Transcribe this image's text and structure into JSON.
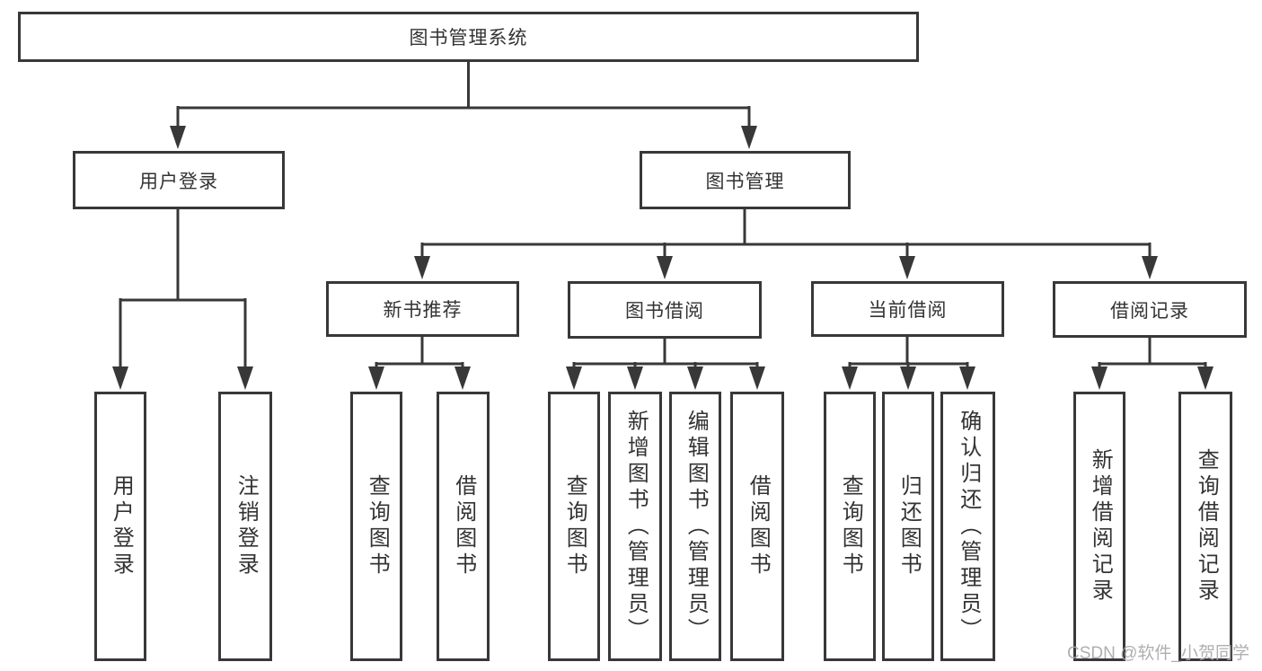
{
  "diagram": {
    "root": "图书管理系统",
    "branches": [
      {
        "label": "用户登录",
        "children": [
          {
            "label": "用户登录"
          },
          {
            "label": "注销登录"
          }
        ]
      },
      {
        "label": "图书管理",
        "sections": [
          {
            "label": "新书推荐",
            "children": [
              {
                "label": "查询图书"
              },
              {
                "label": "借阅图书"
              }
            ]
          },
          {
            "label": "图书借阅",
            "children": [
              {
                "label": "查询图书"
              },
              {
                "label": "新增图书（管理员）"
              },
              {
                "label": "编辑图书（管理员）"
              },
              {
                "label": "借阅图书"
              }
            ]
          },
          {
            "label": "当前借阅",
            "children": [
              {
                "label": "查询图书"
              },
              {
                "label": "归还图书"
              },
              {
                "label": "确认归还（管理员）"
              }
            ]
          },
          {
            "label": "借阅记录",
            "children": [
              {
                "label": "新增借阅记录"
              },
              {
                "label": "查询借阅记录"
              }
            ]
          }
        ]
      }
    ]
  },
  "watermark": "CSDN @软件_小贺同学",
  "colors": {
    "line": "#383838",
    "text": "#333333",
    "background": "#ffffff",
    "watermark": "#a8a8a8"
  }
}
